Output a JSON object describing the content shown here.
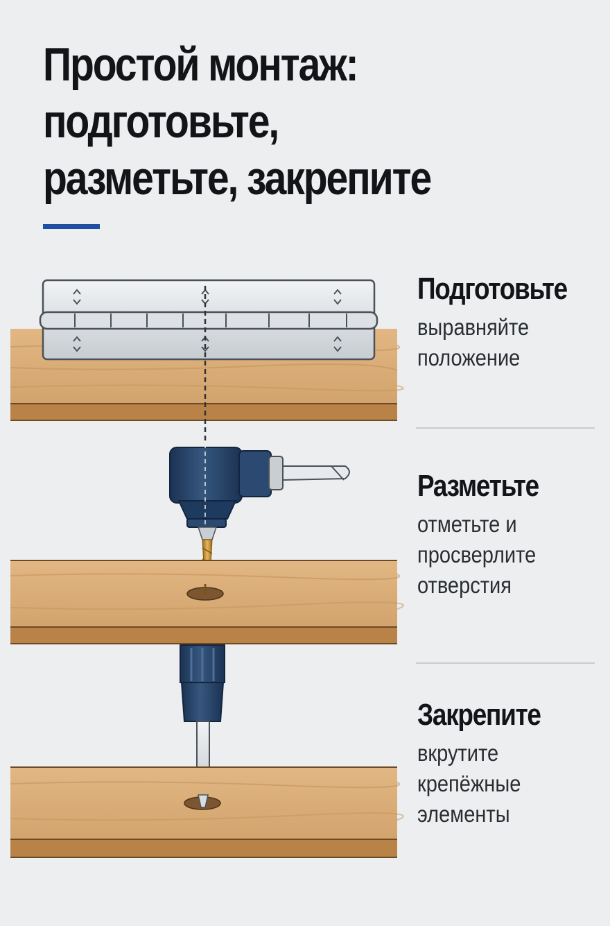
{
  "title": {
    "line1": "Простой монтаж:",
    "line2": "подготовьте,",
    "line3": "разметьте, закрепите"
  },
  "steps": [
    {
      "title": "Подготовьте",
      "desc": [
        "выравняйте",
        "положение"
      ]
    },
    {
      "title": "Разметьте",
      "desc": [
        "отметьте и",
        "просверлите",
        "отверстия"
      ]
    },
    {
      "title": "Закрепите",
      "desc": [
        "вкрутите",
        "крепёжные",
        "элементы"
      ]
    }
  ],
  "colors": {
    "accent": "#1d4fa3",
    "wood": "#d9ac78",
    "tool": "#243f63",
    "hinge": "#d9dde1",
    "background": "#eceef0"
  },
  "icons": {
    "step1": "piano-hinge-on-board",
    "step2": "drill-on-board",
    "step3": "screwdriver-on-board"
  }
}
